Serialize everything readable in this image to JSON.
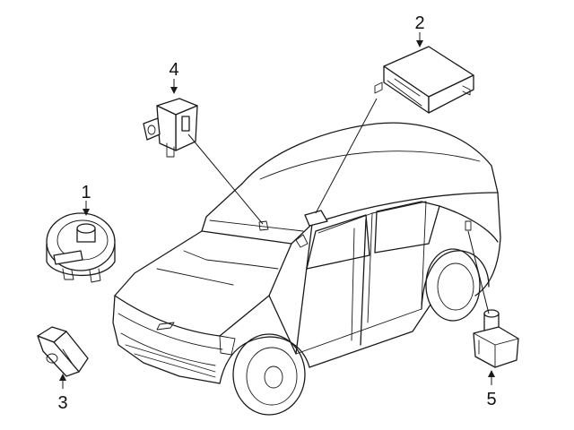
{
  "callouts": [
    {
      "id": "1",
      "label": "1"
    },
    {
      "id": "2",
      "label": "2"
    },
    {
      "id": "3",
      "label": "3"
    },
    {
      "id": "4",
      "label": "4"
    },
    {
      "id": "5",
      "label": "5"
    }
  ],
  "colors": {
    "ink": "#1a1a1a",
    "background": "#ffffff"
  }
}
